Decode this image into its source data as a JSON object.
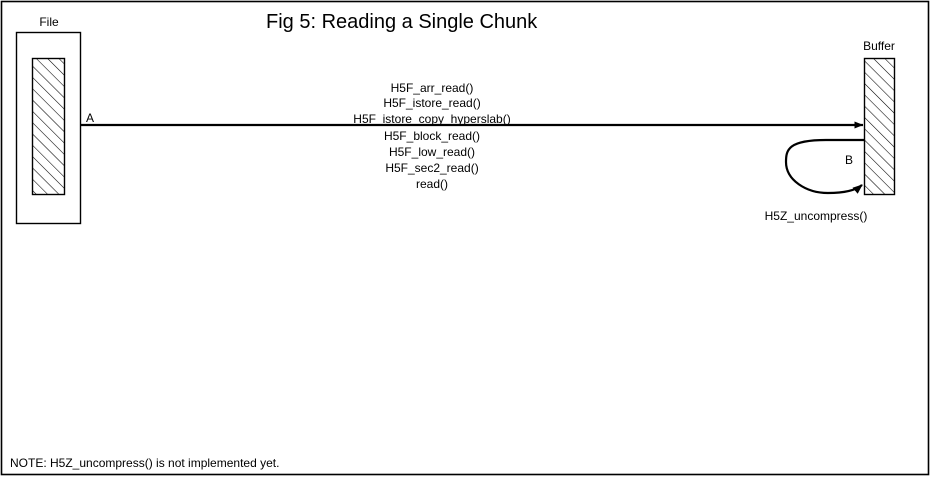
{
  "figure": {
    "title": "Fig 5:  Reading a Single Chunk",
    "note": "NOTE: H5Z_uncompress() is not implemented yet.",
    "background_color": "#ffffff",
    "ink_color": "#000000"
  },
  "nodes": {
    "file": {
      "label": "File",
      "fill_style": "diagonal-hatch"
    },
    "buffer": {
      "label": "Buffer",
      "fill_style": "diagonal-hatch"
    }
  },
  "edges": {
    "read_path": {
      "point_label": "A",
      "direction": "file-to-buffer",
      "calls": [
        "H5F_arr_read()",
        "H5F_istore_read()",
        "H5F_istore_copy_hyperslab()",
        "H5F_block_read()",
        "H5F_low_read()",
        "H5F_sec2_read()",
        "read()"
      ]
    },
    "uncompress_loop": {
      "point_label": "B",
      "caption": "H5Z_uncompress()",
      "direction": "buffer-to-buffer"
    }
  }
}
